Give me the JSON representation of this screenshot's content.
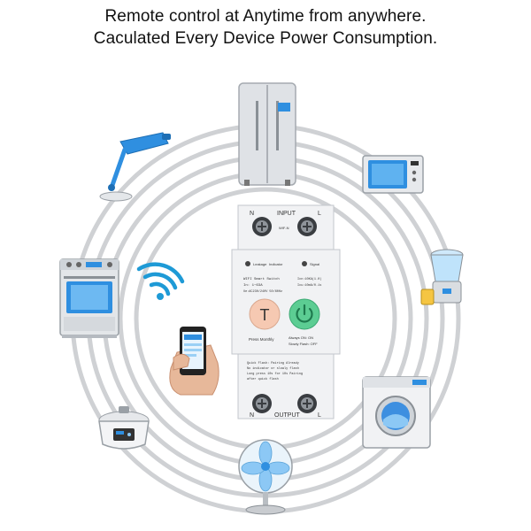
{
  "headline": {
    "line1": "Remote control at Anytime from anywhere.",
    "line2": "Caculated Every Device Power Consumption."
  },
  "breaker": {
    "terminal_top_left": "N",
    "terminal_top_label": "INPUT",
    "terminal_top_right": "L",
    "small_label": "WIF-N",
    "indicator_left": "Leakage",
    "indicator_left_2": "Indicator",
    "indicator_right": "Signal",
    "model_line1": "WIFI Smart Switch",
    "model_line2": "In: 1~63A",
    "model_line3": "Ue:AC230/240V 50/60Hz",
    "spec_line1": "Icn:10KA(1.0)",
    "spec_line2": "Icu:10mA/0.1s",
    "button_left_glyph": "T",
    "button_left_caption": "Press Monthly",
    "button_right_caption_1": "Always ON: ON",
    "button_right_caption_2": "Slowly Flash: OFF",
    "pairing_note_1": "Quick Flash: Pairing Already",
    "pairing_note_2": "No indicator or slowly flash",
    "pairing_note_3": "Long press 10s for 10s Pairing",
    "pairing_note_4": "after quick flash",
    "terminal_bottom_left": "N",
    "terminal_bottom_label": "OUTPUT",
    "terminal_bottom_right": "L",
    "colors": {
      "body": "#f1f2f4",
      "test_button": "#f6c9b2",
      "power_button": "#5ccd93",
      "power_symbol": "#1e9b62"
    }
  },
  "devices": [
    {
      "name": "refrigerator-icon"
    },
    {
      "name": "microwave-icon"
    },
    {
      "name": "juicer-icon"
    },
    {
      "name": "washing-machine-icon"
    },
    {
      "name": "fan-icon"
    },
    {
      "name": "rice-cooker-icon"
    },
    {
      "name": "oven-icon"
    },
    {
      "name": "desk-lamp-icon"
    }
  ],
  "colors": {
    "rings": "#cfd1d4",
    "wifi": "#1e9ad6",
    "appliance_blue": "#2f8fe0",
    "steel": "#c9ccd0"
  }
}
